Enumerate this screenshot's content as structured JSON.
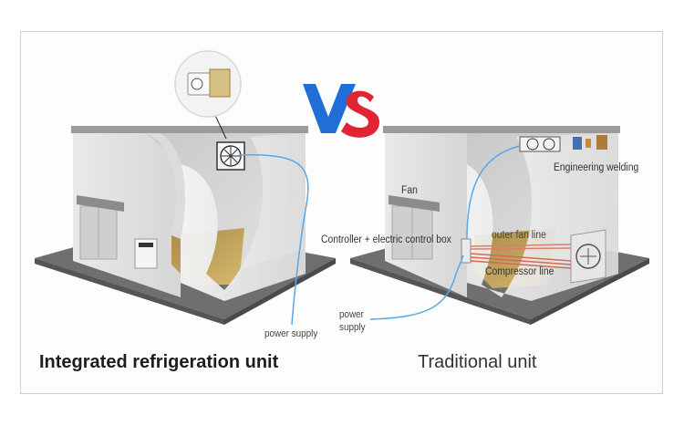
{
  "badge": "VS",
  "left_panel": {
    "caption": "Integrated refrigeration unit",
    "power_label": "power supply"
  },
  "right_panel": {
    "caption": "Traditional unit",
    "labels": {
      "fan": "Fan",
      "controller": "Controller + electric control box",
      "outer_fan_line": "outer fan line",
      "compressor_line": "Compressor line",
      "engineering_welding": "Engineering welding",
      "power_supply": "power supply"
    }
  },
  "colors": {
    "vs_blue": "#1f6fd6",
    "vs_red": "#e02431",
    "wire": "#5aa8e6",
    "floor_wood": "#c9a860"
  }
}
